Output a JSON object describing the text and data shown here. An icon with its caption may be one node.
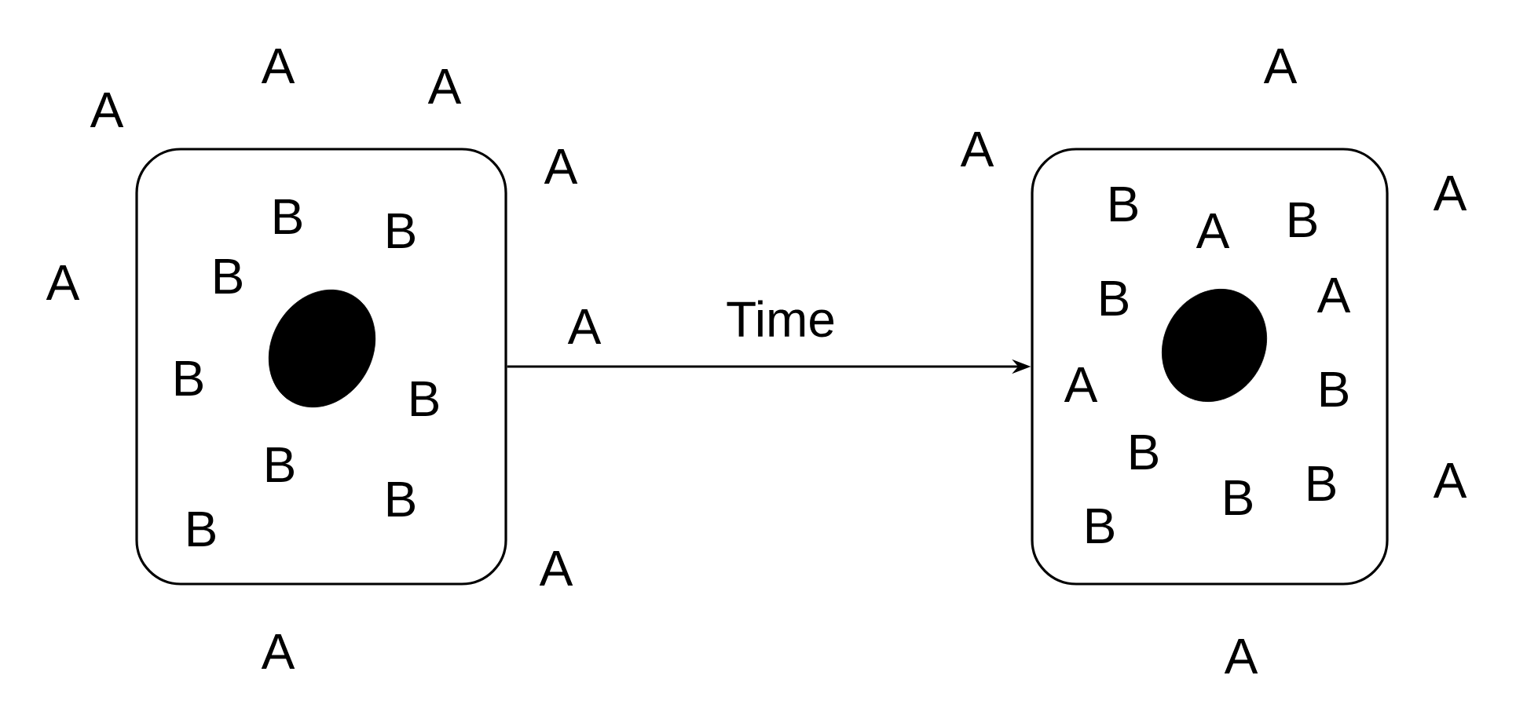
{
  "diagram": {
    "nodes": [
      {
        "text": [
          "B",
          "B",
          "B",
          "B",
          "B",
          "B",
          "B",
          "B"
        ]
      },
      {
        "text": [],
        "shape": "circle",
        "in": 0
      },
      {
        "text": [
          "B",
          "A",
          "B",
          "B",
          "A",
          "A",
          "B",
          "B",
          "B",
          "B",
          "B"
        ]
      },
      {
        "text": [],
        "shape": "circle",
        "in": 2
      }
    ],
    "edges": [
      {
        "from": 0,
        "to": 2,
        "arrow": "to",
        "label": "Time"
      }
    ],
    "labels": [
      "A",
      "A",
      "A",
      "A",
      "A",
      "A",
      "A",
      "A",
      "A",
      "A",
      "A",
      "A",
      "A"
    ]
  }
}
